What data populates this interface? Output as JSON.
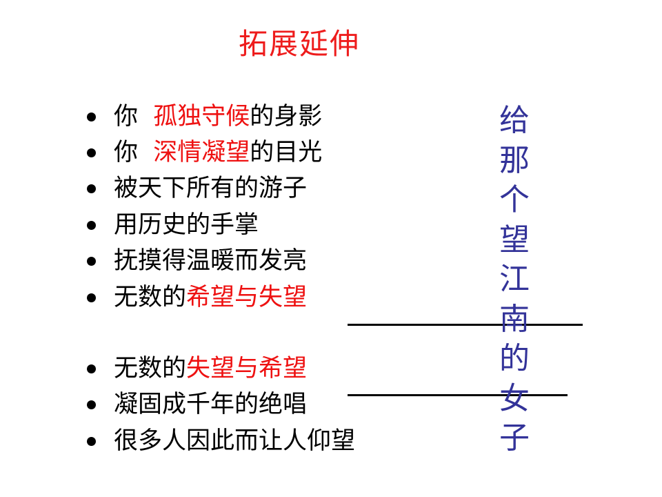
{
  "slide": {
    "title": "拓展延伸",
    "colors": {
      "title": "#ee1c1c",
      "highlight": "#ee1111",
      "body": "#000000",
      "vertical_text": "#333399",
      "background": "#ffffff"
    },
    "bullets": [
      {
        "segments": [
          {
            "text": "你  ",
            "color": "black"
          },
          {
            "text": "孤独守候",
            "color": "red"
          },
          {
            "text": "的身影",
            "color": "black"
          }
        ]
      },
      {
        "segments": [
          {
            "text": "你  ",
            "color": "black"
          },
          {
            "text": "深情凝望",
            "color": "red"
          },
          {
            "text": "的目光",
            "color": "black"
          }
        ]
      },
      {
        "segments": [
          {
            "text": "被天下所有的游子",
            "color": "black"
          }
        ]
      },
      {
        "segments": [
          {
            "text": "用历史的手掌",
            "color": "black"
          }
        ]
      },
      {
        "segments": [
          {
            "text": "抚摸得温暖而发亮",
            "color": "black"
          }
        ]
      },
      {
        "segments": [
          {
            "text": "无数的",
            "color": "black"
          },
          {
            "text": "希望与失望",
            "color": "red"
          }
        ],
        "blank": true
      },
      {
        "segments": [
          {
            "text": "无数的",
            "color": "black"
          },
          {
            "text": "失望与希望",
            "color": "red"
          }
        ],
        "blank": true
      },
      {
        "segments": [
          {
            "text": "凝固成千年的绝唱",
            "color": "black"
          }
        ]
      },
      {
        "segments": [
          {
            "text": "很多人因此而让人仰望",
            "color": "black"
          }
        ]
      }
    ],
    "vertical_text": "给那个望江南的女子",
    "vertical_chars": [
      "给",
      "那",
      "个",
      "望",
      "江",
      "南",
      "的",
      "女",
      "子"
    ]
  }
}
